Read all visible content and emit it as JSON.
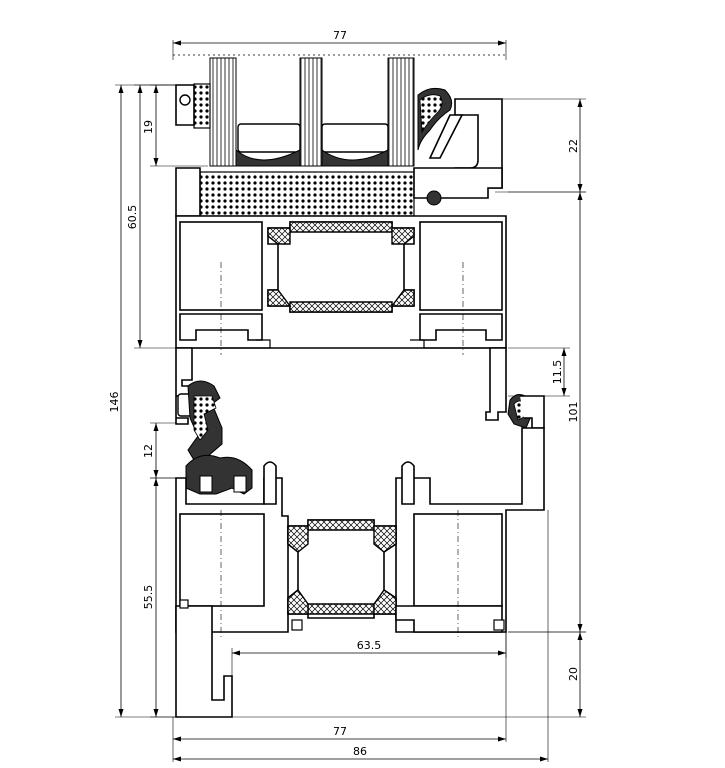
{
  "dimensions": {
    "top_width": "77",
    "total_height": "146",
    "upper_vent_height": "60.5",
    "upper_gap": "19",
    "right_top": "22",
    "right_mid_small": "11.5",
    "right_mid_large": "101",
    "lower_gap": "12",
    "lower_frame_height": "55.5",
    "inner_width": "63.5",
    "right_bottom": "20",
    "bottom_width_inner": "77",
    "bottom_width_outer": "86"
  }
}
